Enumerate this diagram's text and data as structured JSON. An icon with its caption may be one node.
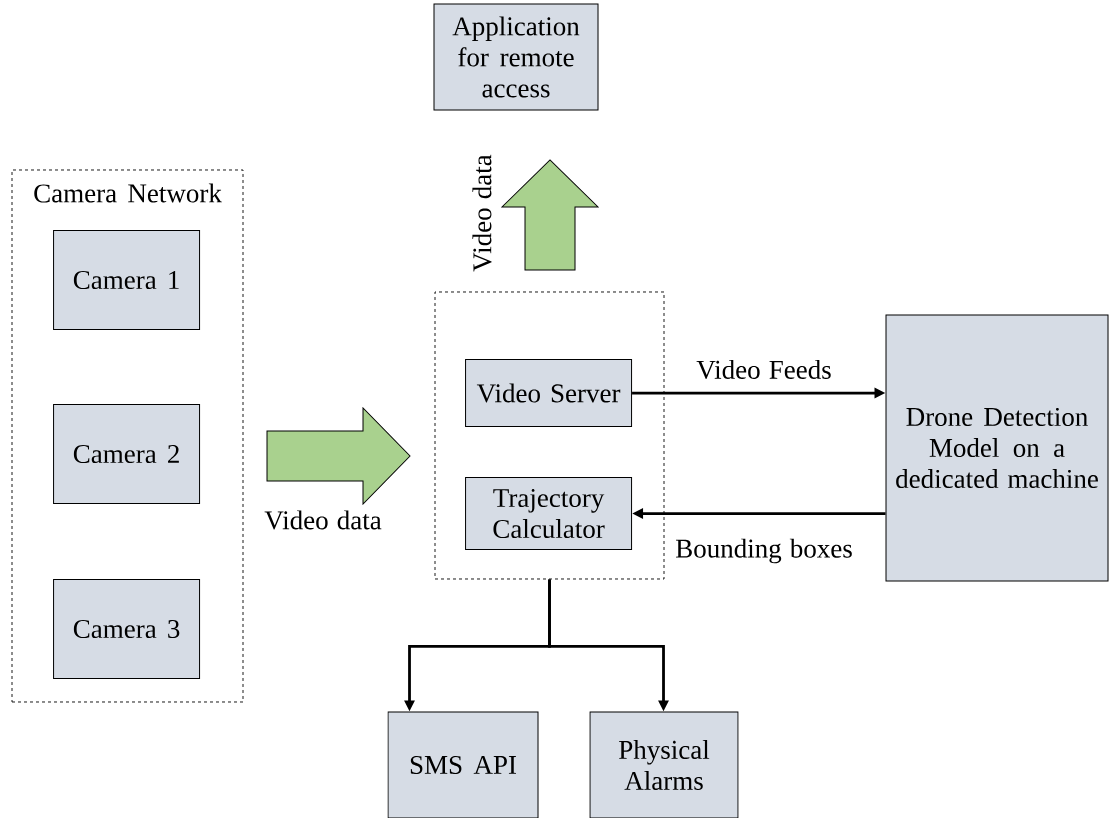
{
  "diagram": {
    "nodes": [
      {
        "text": [
          "Camera Network"
        ]
      },
      {
        "text": [
          "Camera 1"
        ],
        "in": 0
      },
      {
        "text": [
          "Camera 2"
        ],
        "in": 0
      },
      {
        "text": [
          "Camera 3"
        ],
        "in": 0
      },
      {
        "text": [
          "Application for remote access"
        ]
      },
      {
        "text": [],
        "shape": "box"
      },
      {
        "text": [
          "Video Server"
        ],
        "in": 5
      },
      {
        "text": [
          "Trajectory Calculator"
        ],
        "in": 5
      },
      {
        "text": [
          "Drone Detection Model on a dedicated machine"
        ]
      },
      {
        "text": [
          "SMS API"
        ]
      },
      {
        "text": [
          "Physical Alarms"
        ]
      }
    ],
    "edges": [
      {
        "from": 0,
        "to": 5,
        "arrow": "to",
        "label": "Video data",
        "style": "thick",
        "color": "#a9d18e"
      },
      {
        "from": 5,
        "to": 4,
        "arrow": "to",
        "label": "Video data",
        "style": "thick",
        "color": "#a9d18e"
      },
      {
        "from": 6,
        "to": 8,
        "arrow": "to",
        "label": "Video Feeds"
      },
      {
        "from": 8,
        "to": 7,
        "arrow": "to",
        "label": "Bounding boxes"
      },
      {
        "from": 5,
        "to": 9,
        "arrow": "to"
      },
      {
        "from": 5,
        "to": 10,
        "arrow": "to"
      }
    ]
  }
}
